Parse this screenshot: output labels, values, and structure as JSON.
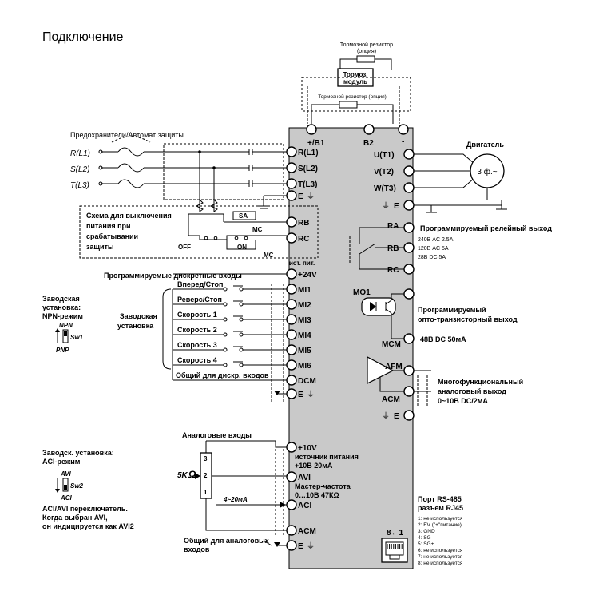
{
  "title": "Подключение",
  "brake_resistor_top": {
    "name": "Тормозной резистор",
    "option": "(опция)"
  },
  "brake_module": {
    "line1": "Тормоз.",
    "line2": "модуль"
  },
  "brake_resistor_mid": "Тормозной резистор (опция)",
  "power_terminals_top": {
    "b1": "+/B1",
    "b2": "B2",
    "minus": "-"
  },
  "fuses_label": "Предохранители/Автомат защиты",
  "phase_inputs": [
    "R(L1)",
    "S(L2)",
    "T(L3)"
  ],
  "input_terminals": [
    "R(L1)",
    "S(L2)",
    "T(L3)"
  ],
  "earth_label": "E",
  "output_terminals": [
    "U(T1)",
    "V(T2)",
    "W(T3)"
  ],
  "motor": {
    "label": "Двигатель",
    "symbol": "3 ф.~"
  },
  "shutdown_scheme": [
    "Схема для выключения",
    "питания при",
    "срабатывании",
    "защиты"
  ],
  "sa_label": "SA",
  "mc_label": "MC",
  "off_label": "OFF",
  "on_label": "ON",
  "rb": "RB",
  "rc": "RC",
  "relay": {
    "title": "Программируемый релейный выход",
    "specs": [
      "240В AC 2.5A",
      "120В AC 5A",
      "28В DC  5A"
    ],
    "terminals": [
      "RA",
      "RB",
      "RC"
    ]
  },
  "supply": {
    "src": "ист. пит.",
    "v24": "+24V"
  },
  "digital_inputs_title": "Программируемые дискретные входы",
  "factory_setting": [
    "Заводская",
    "установка"
  ],
  "npn_block": {
    "line1": "Заводская",
    "line2": "установка:",
    "line3": "NPN-режим",
    "npn": "NPN",
    "pnp": "PNP",
    "sw": "Sw1"
  },
  "digital_inputs": [
    {
      "label": "Вперед/Стоп",
      "terminal": "MI1"
    },
    {
      "label": "Реверс/Стоп",
      "terminal": "MI2"
    },
    {
      "label": "Скорость 1",
      "terminal": "MI3"
    },
    {
      "label": "Скорость 2",
      "terminal": "MI4"
    },
    {
      "label": "Скорость 3",
      "terminal": "MI5"
    },
    {
      "label": "Скорость 4",
      "terminal": "MI6"
    }
  ],
  "common_digital": "Общий для дискр. входов",
  "dcm": "DCM",
  "mo1": {
    "terminal": "MO1",
    "title1": "Программируемый",
    "title2": "опто-транзисторный выход",
    "mcm": "MCM",
    "spec": "48В DC 50мА"
  },
  "afm": {
    "terminal": "AFM",
    "acm": "ACM",
    "title1": "Многофункциональный",
    "title2": "аналоговый выход",
    "title3": "0~10В DC/2мА"
  },
  "analog_inputs_title": "Аналоговые входы",
  "v10": {
    "terminal": "+10V",
    "line1": "источник питания",
    "line2": "+10В 20мА"
  },
  "avi": {
    "terminal": "AVI",
    "line1": "Мастер-частота",
    "line2": "0…10В 47КΩ"
  },
  "aci": "ACI",
  "acm_bottom": "ACM",
  "pot": {
    "label": "5K",
    "omega": "Ω",
    "pins": [
      "3",
      "2",
      "1"
    ],
    "current": "4~20мА"
  },
  "aci_block": {
    "line1": "Заводск. установка:",
    "line2": "ACI-режим",
    "avi": "AVI",
    "aci": "ACI",
    "sw": "Sw2",
    "note1": "ACI/AVI переключатель.",
    "note2": "Когда выбран  AVI,",
    "note3": "он индицируется как AVI2"
  },
  "common_analog": [
    "Общий для аналоговых",
    "входов"
  ],
  "rj45": {
    "label": "8←1",
    "title1": "Порт RS-485",
    "title2": "разъем RJ45",
    "pins": [
      "1: не используется",
      "2: EV (\"+\"питание)",
      "3: GND",
      "4: SG-",
      "5: SG+",
      "6: не используется",
      "7: не используется",
      "8: не используется"
    ]
  }
}
